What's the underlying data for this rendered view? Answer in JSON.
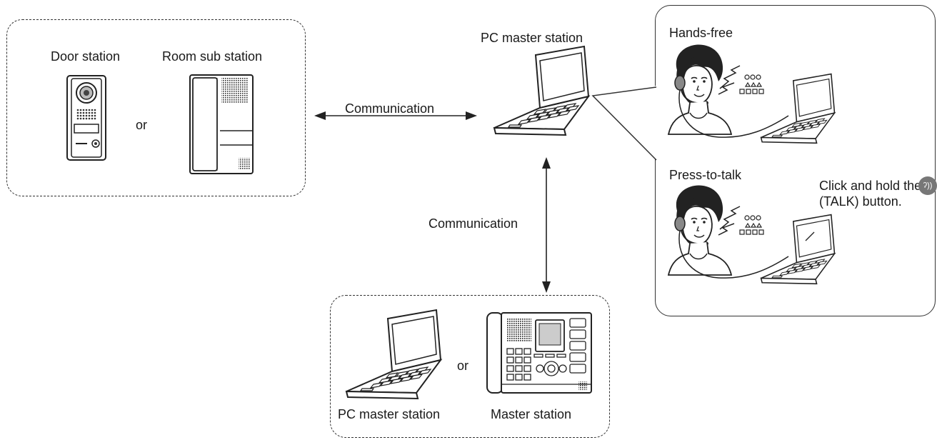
{
  "labels": {
    "door_station": "Door station",
    "room_sub_station": "Room sub station",
    "or_top": "or",
    "pc_master_top": "PC master station",
    "communication_horizontal": "Communication",
    "communication_vertical": "Communication",
    "hands_free": "Hands-free",
    "press_to_talk": "Press-to-talk",
    "click_hold_line1": "Click and hold the",
    "click_hold_line2": "(TALK) button.",
    "talk_icon_glyph": "ʔ))",
    "or_bottom": "or",
    "pc_master_bottom": "PC master station",
    "master_station": "Master station"
  },
  "icons": [
    "door-station-icon",
    "room-sub-station-icon",
    "laptop-icon",
    "operator-headset-icon",
    "talk-button-icon",
    "master-station-icon"
  ]
}
